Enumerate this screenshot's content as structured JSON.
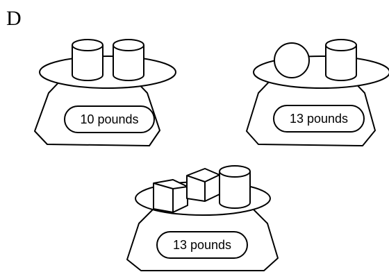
{
  "label": "D",
  "scales": [
    {
      "objects": [
        "cylinder-icon",
        "cylinder-icon"
      ],
      "weight": "10 pounds"
    },
    {
      "objects": [
        "sphere-icon",
        "cylinder-icon"
      ],
      "weight": "13 pounds"
    },
    {
      "objects": [
        "cube-icon",
        "cube-icon",
        "cylinder-icon"
      ],
      "weight": "13 pounds"
    }
  ]
}
